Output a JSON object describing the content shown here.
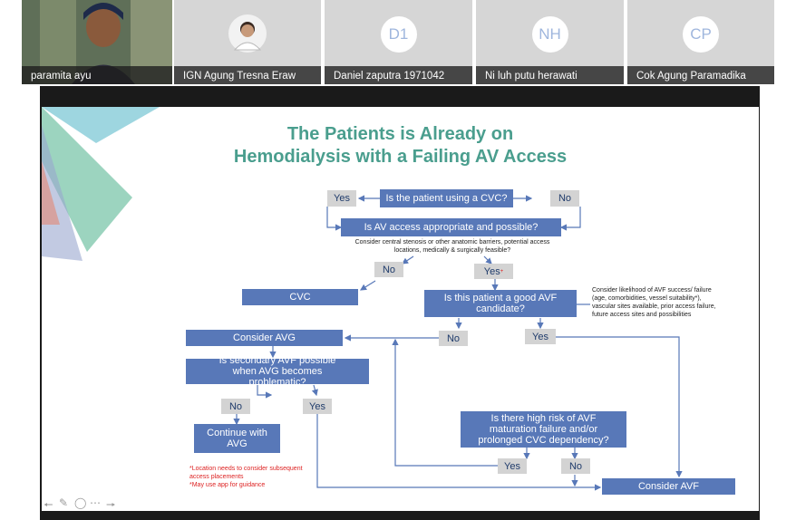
{
  "participants": [
    {
      "name": "paramita ayu",
      "type": "video"
    },
    {
      "name": "IGN Agung Tresna Eraw",
      "type": "photo"
    },
    {
      "name": "Daniel zaputra 1971042",
      "type": "initials",
      "initials": "D1"
    },
    {
      "name": "Ni luh putu herawati",
      "type": "initials",
      "initials": "NH"
    },
    {
      "name": "Cok Agung Paramadika",
      "type": "initials",
      "initials": "CP"
    }
  ],
  "slide": {
    "title_line1": "The Patients is Already  on",
    "title_line2": "Hemodialysis with a Failing AV Access",
    "boxes": {
      "cvc_question": "Is the patient using a CVC?",
      "av_access_question": "Is AV access appropriate and possible?",
      "cvc": "CVC",
      "good_avf_question": "Is this patient a good AVF candidate?",
      "consider_avg": "Consider AVG",
      "secondary_avf_question": "Is secondary AVF possible when AVG becomes problematic?",
      "continue_avg": "Continue with AVG",
      "high_risk_question": "Is there high risk of AVF maturation failure and/or prolonged CVC dependency?",
      "consider_avf": "Consider AVF"
    },
    "labels": {
      "yes": "Yes",
      "no": "No",
      "yes_plus": "Yes"
    },
    "notes": {
      "central_stenosis": "Consider central stenosis or other anatomic barriers, potential access locations, medically & surgically feasible?",
      "avf_success": "Consider likelihood of AVF success/ failure (age, comorbidities, vessel suitability*), vascular sites available, prior access failure, future access sites and possibilities",
      "location_note": "*Location needs to consider subsequent access placements",
      "app_note": "*May use app for guidance"
    }
  },
  "colors": {
    "box": "#5878b8",
    "label_bg": "#d3d3d3",
    "title": "#4a9e8e",
    "red_note": "#dd2222"
  },
  "controls": [
    "back-arrow-icon",
    "pen-icon",
    "chat-icon",
    "more-icon",
    "forward-arrow-icon"
  ]
}
